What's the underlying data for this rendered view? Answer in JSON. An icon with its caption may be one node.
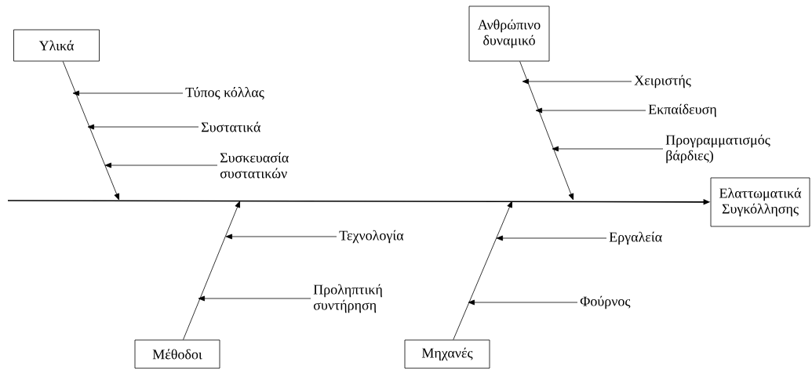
{
  "diagram": {
    "nodes": [
      {
        "text": [
          "Υλικά"
        ]
      },
      {
        "text": [
          "Ανθρώπινο δυναμικό"
        ]
      },
      {
        "text": [
          "Ελαττωματικά Συγκόλλησης"
        ]
      },
      {
        "text": [
          "Μέθοδοι"
        ]
      },
      {
        "text": [
          "Μηχανές"
        ]
      },
      {
        "text": [
          "Τύπος κόλλας"
        ]
      },
      {
        "text": [
          "Συστατικά"
        ]
      },
      {
        "text": [
          "Συσκευασία συστατικών"
        ]
      },
      {
        "text": [
          "Χειριστής"
        ]
      },
      {
        "text": [
          "Εκπαίδευση"
        ]
      },
      {
        "text": [
          "Προγραμματισμός βάρδιες)"
        ]
      },
      {
        "text": [
          "Τεχνολογία"
        ]
      },
      {
        "text": [
          "Προληπτική συντήρηση"
        ]
      },
      {
        "text": [
          "Εργαλεία"
        ]
      },
      {
        "text": [
          "Φούρνος"
        ]
      }
    ],
    "edges": [
      {
        "from": null,
        "to": 2,
        "arrow": "to"
      },
      {
        "from": 0,
        "to": null,
        "arrow": "to"
      },
      {
        "from": 1,
        "to": null,
        "arrow": "to"
      },
      {
        "from": 3,
        "to": null,
        "arrow": "to"
      },
      {
        "from": 4,
        "to": null,
        "arrow": "to"
      },
      {
        "from": 5,
        "to": null,
        "arrow": "to"
      },
      {
        "from": 6,
        "to": null,
        "arrow": "to"
      },
      {
        "from": 7,
        "to": null,
        "arrow": "to"
      },
      {
        "from": 8,
        "to": null,
        "arrow": "to"
      },
      {
        "from": 9,
        "to": null,
        "arrow": "to"
      },
      {
        "from": 10,
        "to": null,
        "arrow": "to"
      },
      {
        "from": 11,
        "to": null,
        "arrow": "to"
      },
      {
        "from": 12,
        "to": null,
        "arrow": "to"
      },
      {
        "from": 13,
        "to": null,
        "arrow": "to"
      },
      {
        "from": 14,
        "to": null,
        "arrow": "to"
      }
    ]
  }
}
